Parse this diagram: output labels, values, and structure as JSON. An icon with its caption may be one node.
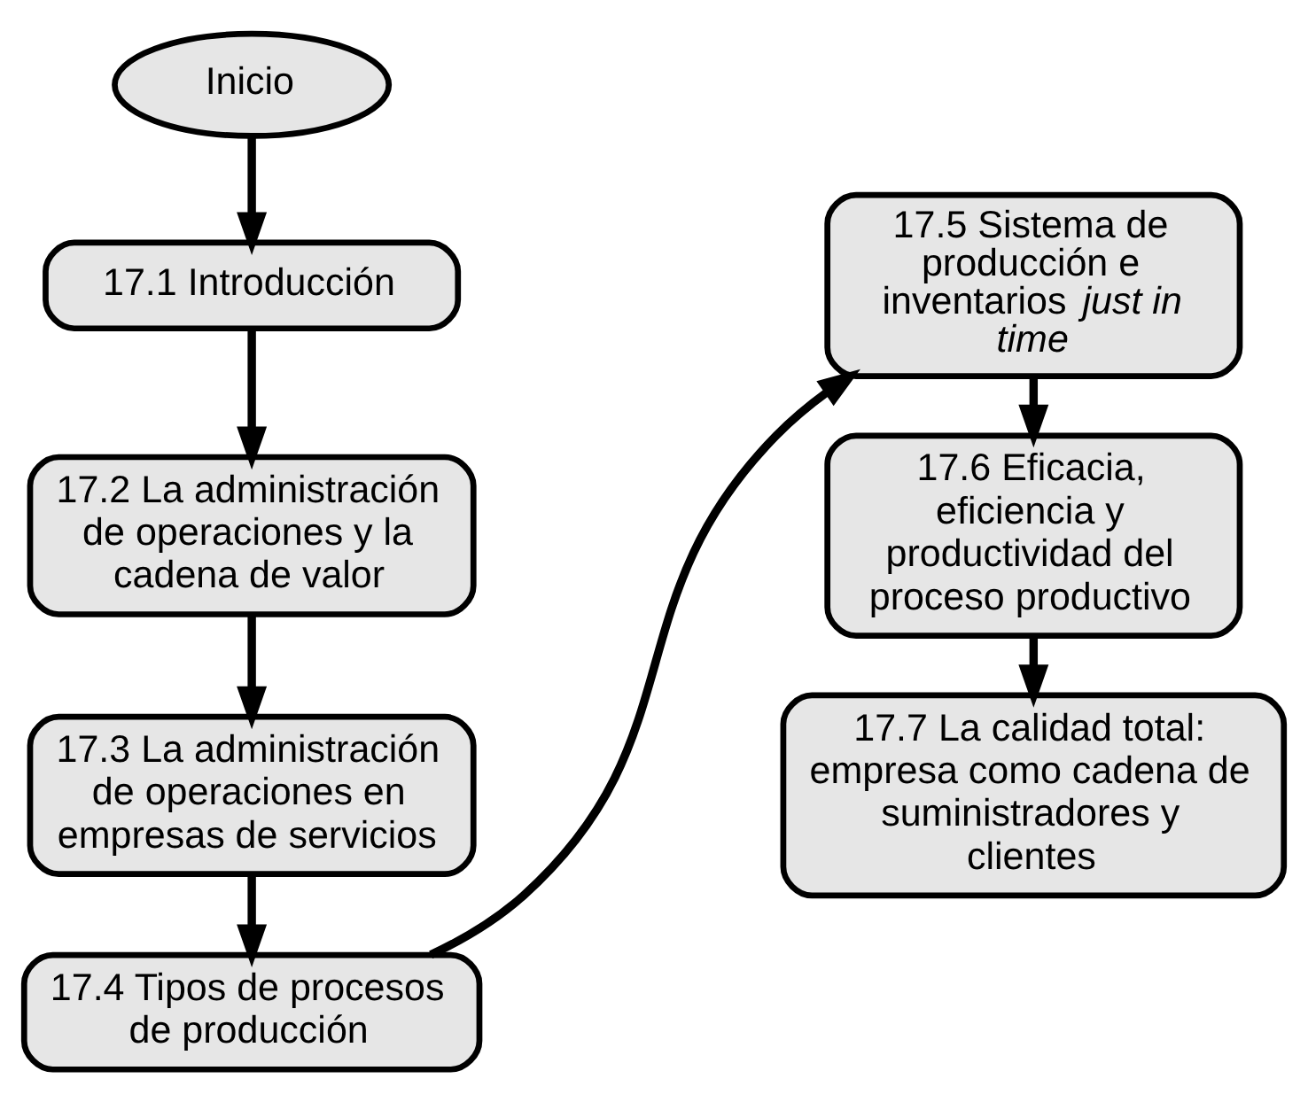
{
  "diagram": {
    "nodes": [
      {
        "text": [
          "Inicio"
        ]
      },
      {
        "text": [
          "17.1 Introducción"
        ]
      },
      {
        "text": [
          "17.2 La administración de operaciones y la cadena de valor"
        ]
      },
      {
        "text": [
          "17.3 La administración de operaciones en empresas de servicios"
        ]
      },
      {
        "text": [
          "17.4 Tipos de procesos de producción"
        ]
      },
      {
        "text": [
          "17.5 Sistema de producción e inventarios *just in time*"
        ]
      },
      {
        "text": [
          "17.6 Eficacia, eficiencia y productividad del proceso productivo"
        ]
      },
      {
        "text": [
          "17.7 La calidad total: empresa como cadena de suministradores y clientes"
        ]
      }
    ],
    "edges": [
      {
        "from": 0,
        "to": 1,
        "arrow": "to"
      },
      {
        "from": 1,
        "to": 2,
        "arrow": "to"
      },
      {
        "from": 2,
        "to": 3,
        "arrow": "to"
      },
      {
        "from": 3,
        "to": 4,
        "arrow": "to"
      },
      {
        "from": 4,
        "to": 5,
        "arrow": "to"
      },
      {
        "from": 5,
        "to": 6,
        "arrow": "to"
      },
      {
        "from": 6,
        "to": 7,
        "arrow": "to"
      }
    ]
  }
}
